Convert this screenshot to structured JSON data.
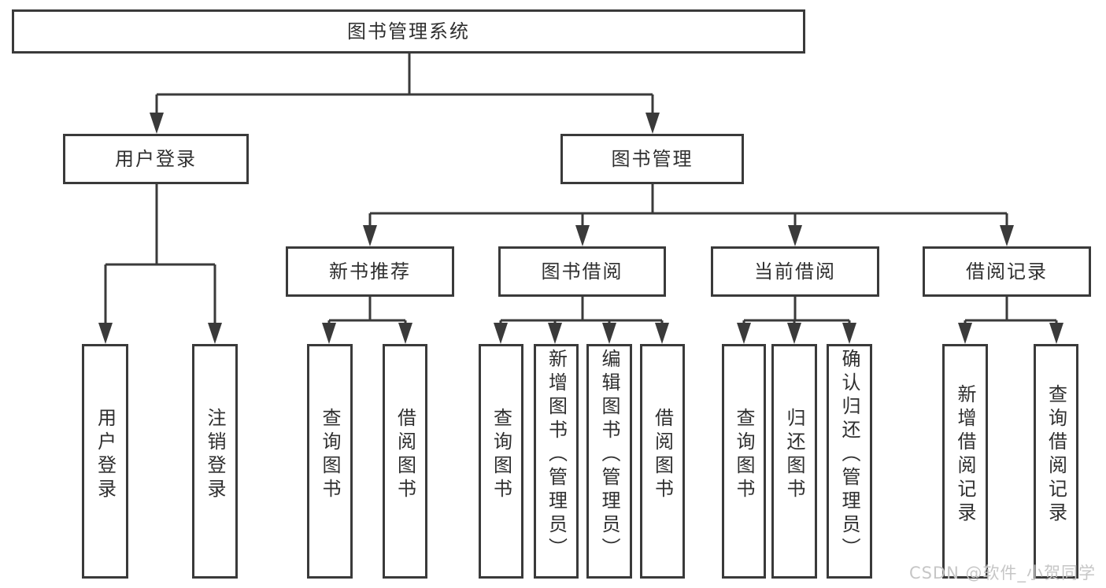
{
  "diagram": {
    "type": "hierarchy-tree",
    "orientation": "top-down",
    "colors": {
      "line": "#3a3a3a",
      "box_border": "#3a3a3a",
      "box_background": "#ffffff",
      "text": "#2f2f2f",
      "watermark": "#c6c6c6",
      "page_background": "#ffffff"
    }
  },
  "nodes": {
    "root": {
      "label": "图书管理系统"
    },
    "user_login": {
      "label": "用户登录"
    },
    "book_mgmt": {
      "label": "图书管理"
    },
    "new_book_rec": {
      "label": "新书推荐"
    },
    "book_borrow": {
      "label": "图书借阅"
    },
    "current_borrow": {
      "label": "当前借阅"
    },
    "borrow_records": {
      "label": "借阅记录"
    },
    "ul_user_login": {
      "label": "用户登录"
    },
    "ul_logout": {
      "label": "注销登录"
    },
    "nb_query_books": {
      "label": "查询图书"
    },
    "nb_borrow_books": {
      "label": "借阅图书"
    },
    "bb_query_books": {
      "label": "查询图书"
    },
    "bb_add_books": {
      "label": "新增图书（管理员）"
    },
    "bb_edit_books": {
      "label": "编辑图书（管理员）"
    },
    "bb_borrow_books": {
      "label": "借阅图书"
    },
    "cb_query_books": {
      "label": "查询图书"
    },
    "cb_return_books": {
      "label": "归还图书"
    },
    "cb_confirm_return": {
      "label": "确认归还（管理员）"
    },
    "br_add_record": {
      "label": "新增借阅记录"
    },
    "br_query_record": {
      "label": "查询借阅记录"
    }
  },
  "hierarchy": {
    "root": [
      "user_login",
      "book_mgmt"
    ],
    "user_login": [
      "ul_user_login",
      "ul_logout"
    ],
    "book_mgmt": [
      "new_book_rec",
      "book_borrow",
      "current_borrow",
      "borrow_records"
    ],
    "new_book_rec": [
      "nb_query_books",
      "nb_borrow_books"
    ],
    "book_borrow": [
      "bb_query_books",
      "bb_add_books",
      "bb_edit_books",
      "bb_borrow_books"
    ],
    "current_borrow": [
      "cb_query_books",
      "cb_return_books",
      "cb_confirm_return"
    ],
    "borrow_records": [
      "br_add_record",
      "br_query_record"
    ]
  },
  "watermark": {
    "text": "CSDN @软件_小贺同学"
  }
}
